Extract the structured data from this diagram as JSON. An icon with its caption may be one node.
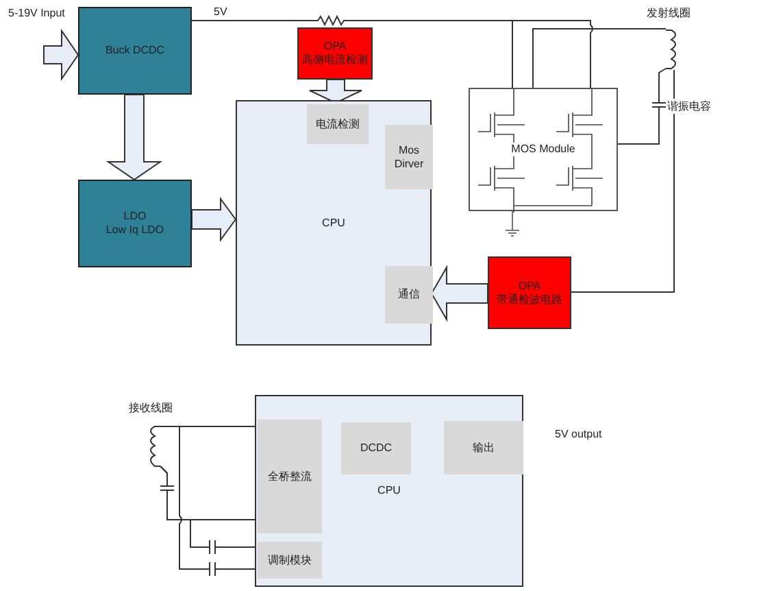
{
  "diagram": {
    "nodes": [
      {
        "text": [
          "Buck DCDC"
        ]
      },
      {
        "text": [
          "LDO",
          "Low Iq LDO"
        ]
      },
      {
        "text": [
          "OPA",
          "高侧电流检测"
        ]
      },
      {
        "text": [
          "CPU"
        ]
      },
      {
        "text": [
          "电流检测"
        ],
        "in": 3
      },
      {
        "text": [
          "Mos Dirver"
        ],
        "in": 3
      },
      {
        "text": [
          "通信"
        ],
        "in": 3
      },
      {
        "text": [
          "MOS Module"
        ]
      },
      {
        "text": [
          "OPA",
          "带通检波电路"
        ]
      },
      {
        "text": [],
        "shape": "coil",
        "beside": [
          "发射线圈"
        ]
      },
      {
        "text": [
          "CPU"
        ]
      },
      {
        "text": [
          "全桥整流"
        ],
        "in": 10
      },
      {
        "text": [
          "DCDC"
        ],
        "in": 10
      },
      {
        "text": [
          "输出"
        ],
        "in": 10,
        "beside": [
          "5V output"
        ]
      },
      {
        "text": [
          "调制模块"
        ],
        "in": 10
      },
      {
        "text": [],
        "shape": "coil",
        "beside": [
          "接收线圈"
        ]
      }
    ],
    "edges": [
      {
        "from": null,
        "to": 0,
        "arrow": "to",
        "style": "thick",
        "label": "5-19V Input"
      },
      {
        "from": 0,
        "to": 1,
        "arrow": "to",
        "style": "thick"
      },
      {
        "from": 1,
        "to": 3,
        "arrow": "to",
        "style": "thick"
      },
      {
        "from": 2,
        "to": 4,
        "arrow": "to",
        "style": "thick"
      },
      {
        "from": 8,
        "to": 6,
        "arrow": "to",
        "style": "thick"
      },
      {
        "from": 0,
        "to": 7,
        "arrow": "none",
        "label": "5V"
      },
      {
        "from": 7,
        "to": 9,
        "arrow": "none"
      },
      {
        "from": 9,
        "to": 7,
        "arrow": "none"
      },
      {
        "from": 9,
        "to": 8,
        "arrow": "none"
      },
      {
        "from": 15,
        "to": 11,
        "arrow": "none"
      },
      {
        "from": 15,
        "to": 11,
        "arrow": "none"
      },
      {
        "from": 15,
        "to": 14,
        "arrow": "none"
      },
      {
        "from": 15,
        "to": 14,
        "arrow": "none"
      }
    ],
    "labels": [
      "谐振电容"
    ]
  }
}
